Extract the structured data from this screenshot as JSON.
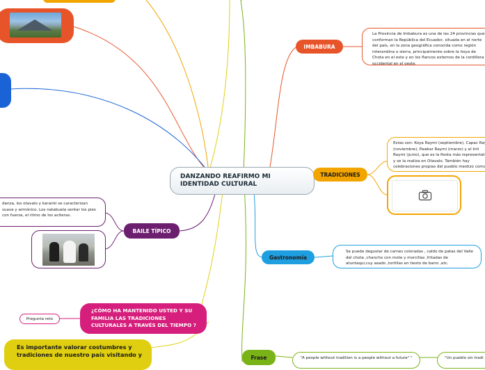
{
  "central": {
    "title": "DANZANDO REAFIRMO MI IDENTIDAD CULTURAL"
  },
  "branches": {
    "imbabura": {
      "label": "IMBABURA",
      "text": "La Provincia de Imbabura es una de las 24 provincias que conforman la República del Ecuador, situada en el norte del país, en la zona geográfica conocida como región interandina o sierra, principalmente sobre la hoya de Chota en el este y en los flancos externos de la cordillera occidental en el oeste."
    },
    "tradiciones": {
      "label": "TRADICIONES",
      "text": "Estas son: Koya Raymi (septiembre), Capac Raymi (noviembre), Pawkar Raymi (marzo) y el Inti Raymi (junio), que es la fiesta más representativa y se la realiza en Otavalo. También hay celebraciones propias del pueblo mestizo como la Semana Santa, Inocentes y Navidad."
    },
    "gastronomia": {
      "label": "Gastronomía",
      "text": "Se puede degustar de carnes coloradas , caldo de patas del Valle del chota ,chancho con mote y morcillas ,fritadas de atuntaqui,cuy asado ,tortillas en tiesto de barro ,etc."
    },
    "frase": {
      "label": "Frase",
      "quote_en": "\"A people without tradition is a people without a future\" \"",
      "quote_es": "\"Un pueblo sin tradi"
    },
    "baile": {
      "label": "BAILE TÍPICO",
      "text": "danza, los otavalo y karanki se caracterizan suave y armónico. Los natabuela sentar los pies con fuerza, el ritmo de los aciteras."
    },
    "pregunta": {
      "label": "¿CÓMO HA MANTENIDO USTED Y SU FAMILIA LAS TRADICIONES CULTURALES A TRAVÉS DEL TIEMPO ?",
      "sub": "Pregunta reto"
    },
    "valorar": {
      "label": "Es importante valorar costumbres y tradiciones  de nuestro país visitando y"
    }
  },
  "icons": {
    "camera": "camera-icon"
  },
  "colors": {
    "imbabura": "#e8542a",
    "tradiciones": "#f2a500",
    "gastronomia": "#1f9ee0",
    "frase": "#7ab317",
    "baile": "#6b1f6e",
    "pregunta": "#d61e7c",
    "valorar": "#e0cf10",
    "blue": "#1a63d6"
  }
}
